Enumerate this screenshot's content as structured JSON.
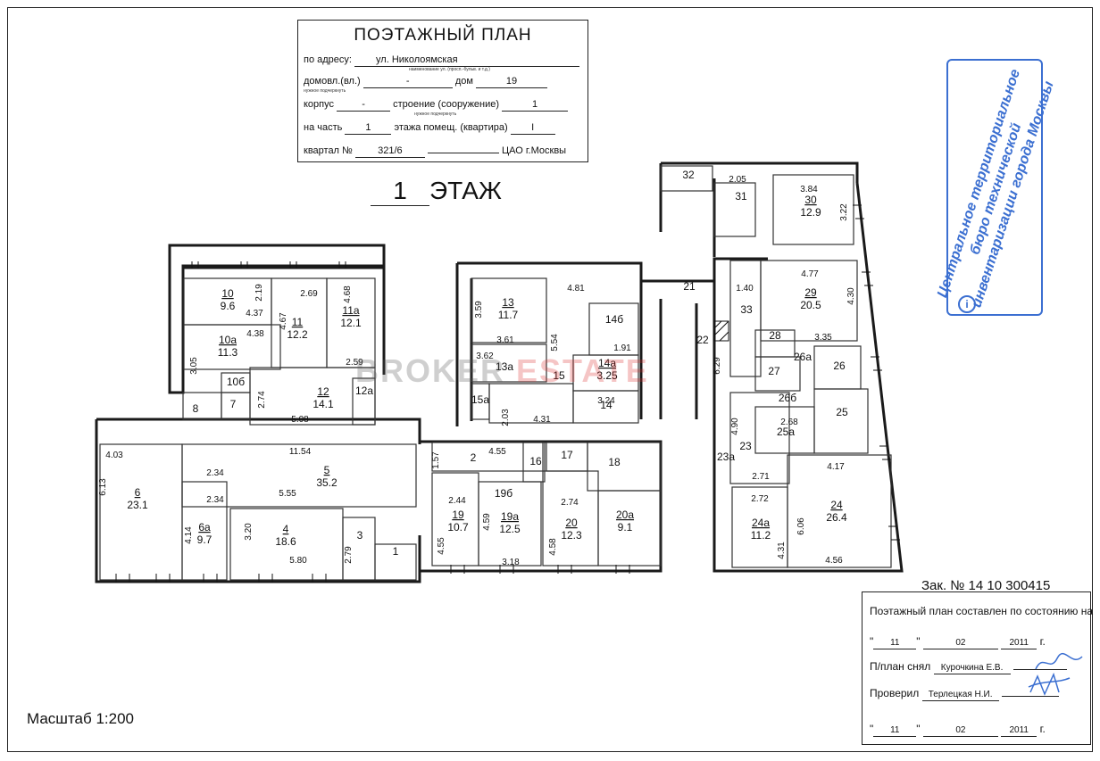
{
  "header": {
    "title": "ПОЭТАЖНЫЙ ПЛАН",
    "address_label": "по адресу:",
    "address_value": "ул. Николоямская",
    "address_hint": "наименование ул. (просп.-бульв. и т.д.)",
    "domovl_label": "домовл.(вл.)",
    "domovl_value": "-",
    "domovl_hint": "нужное подчеркнуть",
    "dom_label": "дом",
    "dom_value": "19",
    "korpus_label": "корпус",
    "korpus_value": "-",
    "stroenie_label": "строение (сооружение)",
    "stroenie_value": "1",
    "stroenie_hint": "нужное подчеркнуть",
    "part_label": "на часть",
    "part_value": "1",
    "floor_label": "этажа помещ. (квартира)",
    "floor_value": "I",
    "kvartal_label": "квартал №",
    "kvartal_value": "321/6",
    "district": "ЦАО г.Москвы"
  },
  "floor_title": {
    "number": "1",
    "label": "ЭТАЖ"
  },
  "scale": "Масштаб 1:200",
  "order_number": "Зак. № 14 10 300415",
  "stamp": {
    "text": "Центральное территориальное бюро технической инвентаризации города Москвы",
    "badge": "i"
  },
  "watermark": {
    "part1": "BROKER",
    "part2": "ESTATE"
  },
  "info_box": {
    "line1": "Поэтажный план составлен по состоянию на",
    "date1_day": "11",
    "date1_month": "02",
    "date1_year": "2011",
    "year_suffix": "г.",
    "surveyor_label": "П/план снял",
    "surveyor_name": "Курочкина Е.В.",
    "checker_label": "Проверил",
    "checker_name": "Терлецкая Н.И.",
    "date2_day": "11",
    "date2_month": "02",
    "date2_year": "2011"
  },
  "rooms": [
    {
      "n": "10",
      "a": "9.6"
    },
    {
      "n": "10а",
      "a": "11.3"
    },
    {
      "n": "11",
      "a": "12.2"
    },
    {
      "n": "11а",
      "a": "12.1"
    },
    {
      "n": "12",
      "a": "14.1"
    },
    {
      "n": "12а",
      "a": ""
    },
    {
      "n": "10б",
      "a": ""
    },
    {
      "n": "7",
      "a": ""
    },
    {
      "n": "8",
      "a": ""
    },
    {
      "n": "5",
      "a": "35.2"
    },
    {
      "n": "6",
      "a": "23.1"
    },
    {
      "n": "6а",
      "a": "9.7"
    },
    {
      "n": "4",
      "a": "18.6"
    },
    {
      "n": "3",
      "a": ""
    },
    {
      "n": "1",
      "a": ""
    },
    {
      "n": "13",
      "a": "11.7"
    },
    {
      "n": "13а",
      "a": ""
    },
    {
      "n": "14б",
      "a": ""
    },
    {
      "n": "14а",
      "a": "3.25"
    },
    {
      "n": "14",
      "a": ""
    },
    {
      "n": "15",
      "a": ""
    },
    {
      "n": "15а",
      "a": ""
    },
    {
      "n": "2",
      "a": ""
    },
    {
      "n": "16",
      "a": ""
    },
    {
      "n": "17",
      "a": ""
    },
    {
      "n": "18",
      "a": ""
    },
    {
      "n": "19",
      "a": "10.7"
    },
    {
      "n": "19а",
      "a": "12.5"
    },
    {
      "n": "19б",
      "a": ""
    },
    {
      "n": "20",
      "a": "12.3"
    },
    {
      "n": "20а",
      "a": "9.1"
    },
    {
      "n": "21",
      "a": ""
    },
    {
      "n": "22",
      "a": ""
    },
    {
      "n": "32",
      "a": ""
    },
    {
      "n": "31",
      "a": ""
    },
    {
      "n": "30",
      "a": "12.9"
    },
    {
      "n": "29",
      "a": "20.5"
    },
    {
      "n": "33",
      "a": ""
    },
    {
      "n": "28",
      "a": ""
    },
    {
      "n": "26а",
      "a": ""
    },
    {
      "n": "27",
      "a": ""
    },
    {
      "n": "26",
      "a": ""
    },
    {
      "n": "26б",
      "a": ""
    },
    {
      "n": "25",
      "a": ""
    },
    {
      "n": "25а",
      "a": ""
    },
    {
      "n": "23",
      "a": ""
    },
    {
      "n": "23а",
      "a": ""
    },
    {
      "n": "24",
      "a": "26.4"
    },
    {
      "n": "24а",
      "a": "11.2"
    }
  ],
  "dimensions": [
    "2.19",
    "4.37",
    "2.69",
    "4.68",
    "4.67",
    "4.38",
    "3.05",
    "2.59",
    "2.74",
    "5.08",
    "4.03",
    "11.54",
    "6.13",
    "2.34",
    "2.34",
    "5.55",
    "4.14",
    "3.20",
    "5.80",
    "2.79",
    "3.59",
    "4.81",
    "3.61",
    "5.54",
    "1.91",
    "3.62",
    "3.24",
    "2.03",
    "4.31",
    "1.57",
    "4.55",
    "2.44",
    "4.59",
    "4.55",
    "3.18",
    "2.74",
    "4.58",
    "2.05",
    "3.84",
    "3.22",
    "1.40",
    "4.77",
    "4.30",
    "3.35",
    "6.29",
    "2.68",
    "4.90",
    "2.71",
    "4.17",
    "2.72",
    "6.06",
    "4.31",
    "4.56"
  ]
}
